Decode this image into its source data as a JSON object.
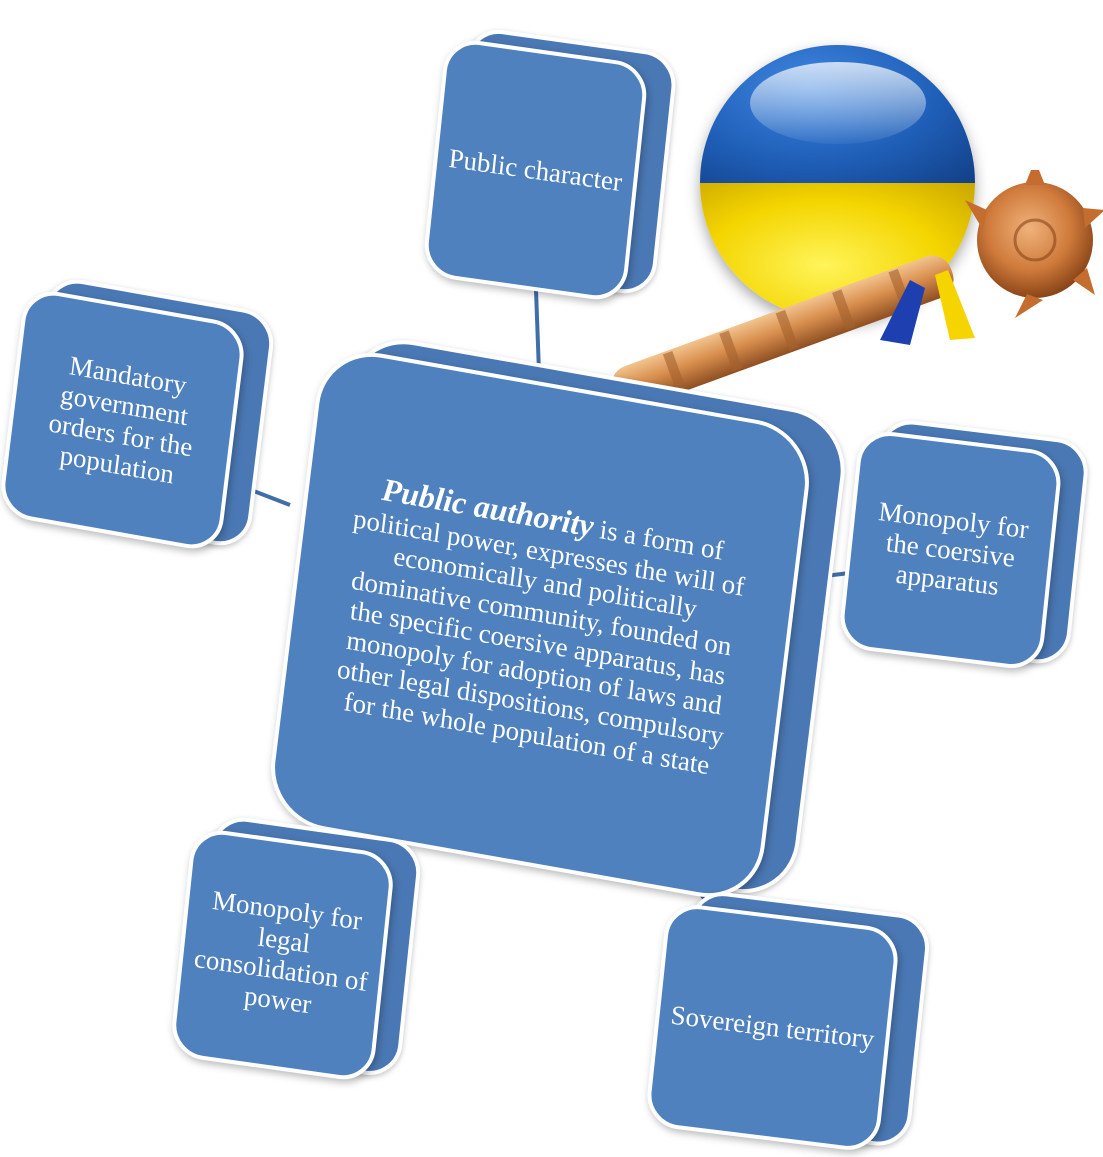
{
  "diagram": {
    "center": {
      "term": "Public authority",
      "definition": "is a form of political power, expresses the will of economically and politically dominative community, founded on the specific coersive apparatus, has monopoly for adoption of laws and other legal dispositions, compulsory for  the whole population of a state"
    },
    "features": [
      {
        "label": "Public character"
      },
      {
        "label": "Mandatory government orders for the population"
      },
      {
        "label": "Monopoly for the coersive apparatus"
      },
      {
        "label": "Monopoly for legal consolidation of power"
      },
      {
        "label": "Sovereign territory"
      }
    ]
  },
  "colors": {
    "box_fill": "#4e81bd",
    "box_border": "#ffffff",
    "connector": "#3f6ea8",
    "flag_blue": "#1f5fb8",
    "flag_yellow": "#f4d500"
  },
  "icons": {
    "flag_ball": "ukraine-flag-sphere-icon",
    "mace": "hetman-mace-icon"
  }
}
